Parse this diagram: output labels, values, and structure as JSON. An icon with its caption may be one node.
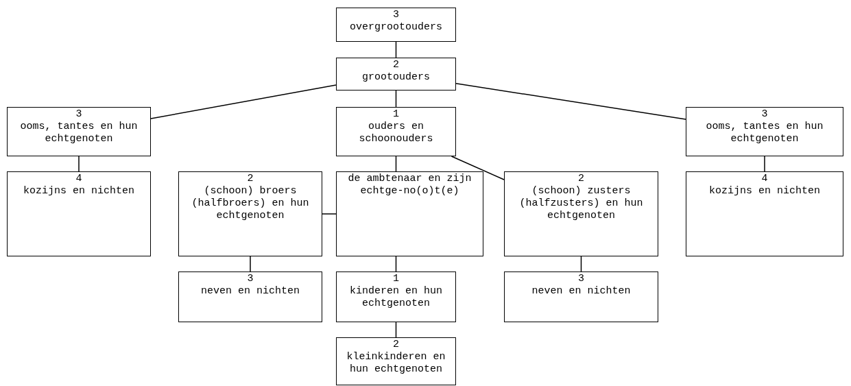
{
  "diagram": {
    "nodes": [
      {
        "text": [
          "3",
          "overgrootouders"
        ]
      },
      {
        "text": [
          "2",
          "grootouders"
        ]
      },
      {
        "text": [
          "3",
          "ooms, tantes en hun echtgenoten"
        ]
      },
      {
        "text": [
          "1",
          "ouders en schoonouders"
        ]
      },
      {
        "text": [
          "3",
          "ooms, tantes en hun echtgenoten"
        ]
      },
      {
        "text": [
          "4",
          "kozijns en nichten"
        ]
      },
      {
        "text": [
          "2",
          "(schoon) broers (halfbroers) en hun echtgenoten"
        ]
      },
      {
        "text": [
          "de ambtenaar en zijn echtge-no(o)t(e)"
        ]
      },
      {
        "text": [
          "2",
          "(schoon) zusters (halfzusters) en hun echtgenoten"
        ]
      },
      {
        "text": [
          "4",
          "kozijns en nichten"
        ]
      },
      {
        "text": [
          "3",
          "neven en nichten"
        ]
      },
      {
        "text": [
          "1",
          "kinderen en hun echtgenoten"
        ]
      },
      {
        "text": [
          "3",
          "neven en nichten"
        ]
      },
      {
        "text": [
          "2",
          "kleinkinderen en hun echtgenoten"
        ]
      }
    ],
    "edges": [
      {
        "from": 0,
        "to": 1,
        "arrow": "none"
      },
      {
        "from": 1,
        "to": 2,
        "arrow": "none"
      },
      {
        "from": 1,
        "to": 3,
        "arrow": "none"
      },
      {
        "from": 1,
        "to": 4,
        "arrow": "none"
      },
      {
        "from": 2,
        "to": 5,
        "arrow": "none"
      },
      {
        "from": 3,
        "to": 7,
        "arrow": "none"
      },
      {
        "from": 3,
        "to": 8,
        "arrow": "none"
      },
      {
        "from": 7,
        "to": 6,
        "arrow": "none"
      },
      {
        "from": 4,
        "to": 9,
        "arrow": "none"
      },
      {
        "from": 6,
        "to": 10,
        "arrow": "none"
      },
      {
        "from": 7,
        "to": 11,
        "arrow": "none"
      },
      {
        "from": 8,
        "to": 12,
        "arrow": "none"
      },
      {
        "from": 11,
        "to": 13,
        "arrow": "none"
      }
    ]
  }
}
